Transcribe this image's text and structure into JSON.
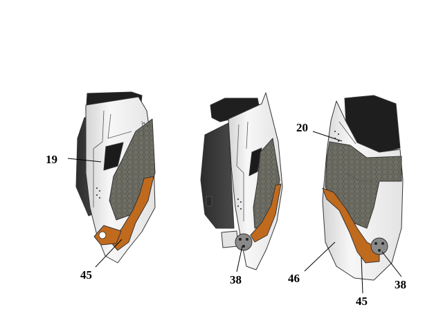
{
  "colors": {
    "background": "#ffffff",
    "white_plate": "#f2f2f2",
    "white_shade": "#cfcfcf",
    "dark_plate": "#3a3a3a",
    "black_plate": "#1e1e1e",
    "grey_mesh": "#6f6f66",
    "orange_trim": "#c06a1e",
    "connector": "#8a8a8a"
  },
  "parts": [
    {
      "name": "part-left",
      "callouts": [
        "19",
        "45"
      ]
    },
    {
      "name": "part-middle",
      "callouts": [
        "38"
      ]
    },
    {
      "name": "part-right",
      "callouts": [
        "20",
        "46",
        "45",
        "38"
      ]
    }
  ],
  "labels": {
    "l19": "19",
    "l45a": "45",
    "l38a": "38",
    "l20": "20",
    "l46": "46",
    "l45b": "45",
    "l38b": "38"
  }
}
